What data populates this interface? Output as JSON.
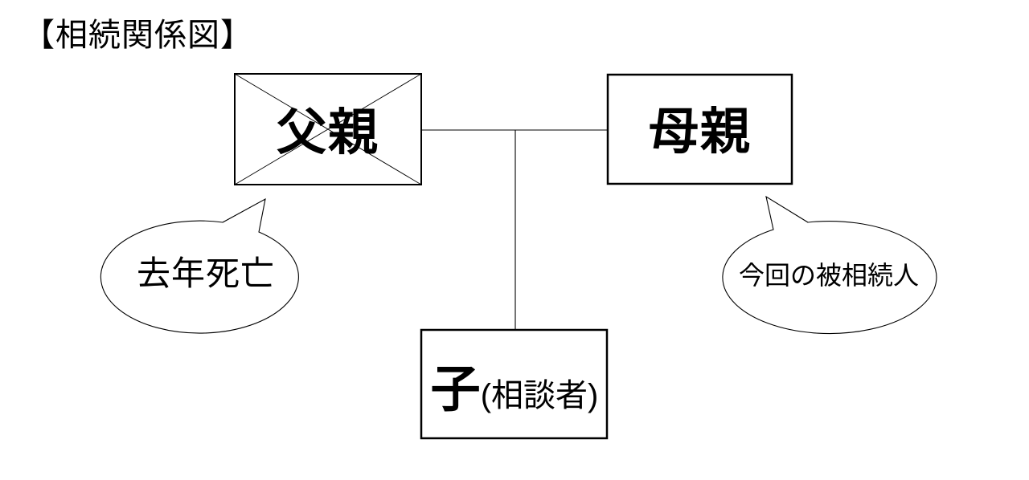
{
  "title": "【相続関係図】",
  "diagram": {
    "father": {
      "label": "父親",
      "status": "deceased",
      "note": "去年死亡"
    },
    "mother": {
      "label": "母親",
      "note": "今回の被相続人"
    },
    "child": {
      "label": "子",
      "suffix": "(相談者)"
    }
  },
  "colors": {
    "line": "#000000",
    "text": "#000000",
    "background": "#ffffff"
  }
}
